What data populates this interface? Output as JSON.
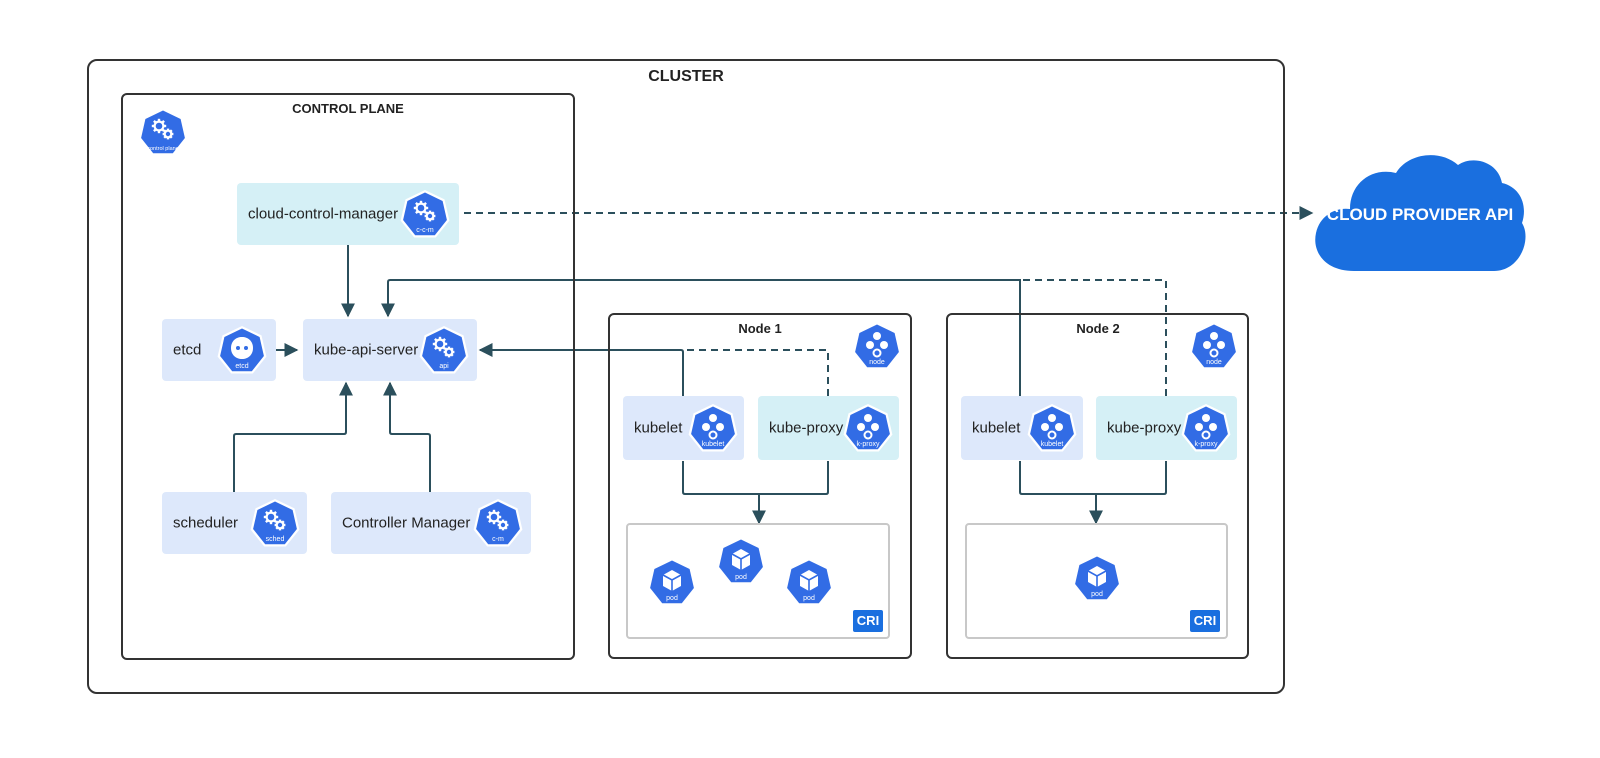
{
  "cluster": {
    "title": "CLUSTER"
  },
  "control_plane": {
    "title": "CONTROL PLANE",
    "icon": {
      "name": "control-plane-hex-icon",
      "caption": "control plane"
    },
    "components": {
      "cloud_control_manager": {
        "label": "cloud-control-manager",
        "icon_caption": "c-c-m"
      },
      "etcd": {
        "label": "etcd",
        "icon_caption": "etcd"
      },
      "kube_api_server": {
        "label": "kube-api-server",
        "icon_caption": "api"
      },
      "scheduler": {
        "label": "scheduler",
        "icon_caption": "sched"
      },
      "controller_manager": {
        "label": "Controller Manager",
        "icon_caption": "c-m"
      }
    }
  },
  "nodes": [
    {
      "title": "Node 1",
      "icon_caption": "node",
      "kubelet": {
        "label": "kubelet",
        "icon_caption": "kubelet"
      },
      "kube_proxy": {
        "label": "kube-proxy",
        "icon_caption": "k-proxy"
      },
      "pods": [
        "pod",
        "pod",
        "pod"
      ],
      "runtime_label": "CRI"
    },
    {
      "title": "Node 2",
      "icon_caption": "node",
      "kubelet": {
        "label": "kubelet",
        "icon_caption": "kubelet"
      },
      "kube_proxy": {
        "label": "kube-proxy",
        "icon_caption": "k-proxy"
      },
      "pods": [
        "pod"
      ],
      "runtime_label": "CRI"
    }
  ],
  "cloud_provider": {
    "label": "CLOUD PROVIDER API"
  },
  "colors": {
    "icon_blue": "#326ce5",
    "cloud_blue": "#1a6fdf",
    "line": "#2b4f5c",
    "blue_box": "#dde8fb",
    "teal_box": "#d5f0f6"
  }
}
